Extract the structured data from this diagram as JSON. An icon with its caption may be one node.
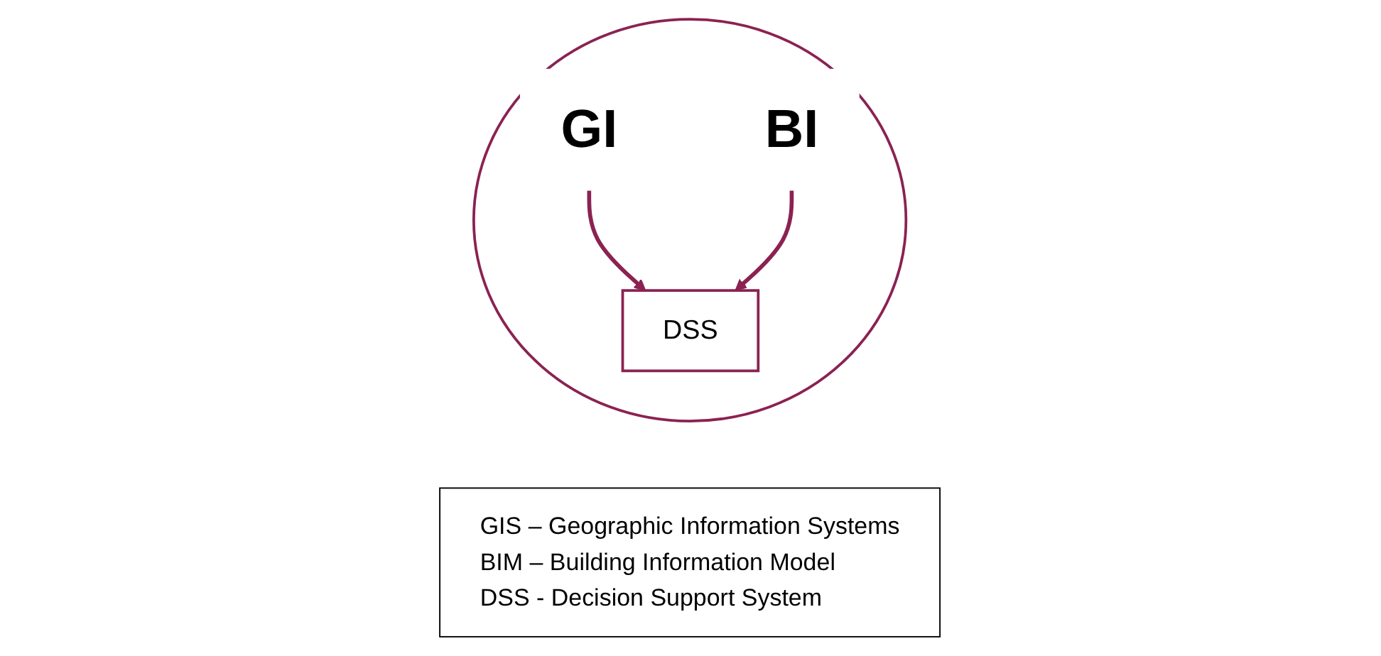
{
  "diagram": {
    "nodes": [
      {
        "text": [],
        "shape": "ellipse"
      },
      {
        "text": [
          "DSS"
        ],
        "in": 0
      },
      {
        "text": [
          "GI"
        ],
        "in": 0
      },
      {
        "text": [
          "BI"
        ],
        "in": 0
      },
      {
        "text": [
          "GIS – Geographic Information Systems",
          "BIM – Building Information Model",
          "DSS - Decision Support System"
        ]
      }
    ],
    "edges": [
      {
        "from": 2,
        "to": 1,
        "arrow": "to",
        "color": "#8b2252"
      },
      {
        "from": 3,
        "to": 1,
        "arrow": "to",
        "color": "#8b2252"
      }
    ]
  }
}
